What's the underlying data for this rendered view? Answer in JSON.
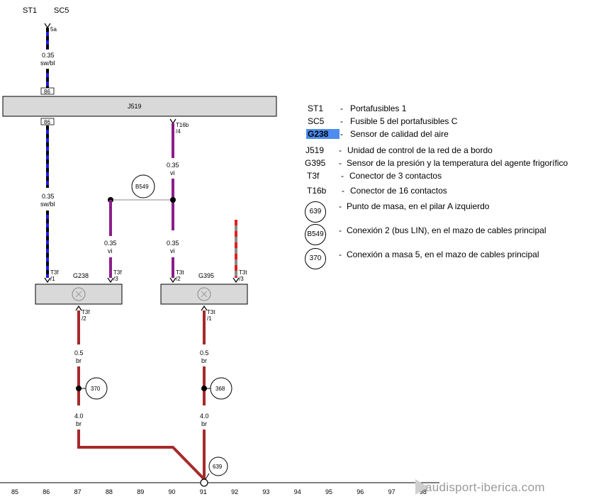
{
  "header": {
    "st": "ST1",
    "sc": "SC5"
  },
  "terminals": {
    "t5a": "5a",
    "pin86_top": "86",
    "pin86_bot": "86"
  },
  "components": {
    "j519": "J519",
    "g238": "G238",
    "g395": "G395"
  },
  "wires": {
    "w1_gauge": "0.35",
    "w1_color": "sw/bl",
    "w2_gauge": "0.35",
    "w2_color": "sw/bl",
    "w3_gauge": "0.35",
    "w3_color": "vi",
    "w4_gauge": "0.35",
    "w4_color": "vi",
    "w5_gauge": "0.35",
    "w5_color": "vi",
    "w6_gauge": "0.5",
    "w6_color": "br",
    "w7_gauge": "0.5",
    "w7_color": "br",
    "w8_gauge": "4.0",
    "w8_color": "br",
    "w9_gauge": "4.0",
    "w9_color": "br"
  },
  "connectors": {
    "t16b_4": "T16b /4",
    "t3f_1": "T3f /1",
    "t3f_3": "T3f /3",
    "t3t_2": "T3t /2",
    "t3t_3": "T3t /3",
    "t3f_2": "T3f /2",
    "t3t_1": "T3t /1"
  },
  "nodes": {
    "b549": "B549",
    "n370": "370",
    "n368": "368",
    "n639": "639"
  },
  "scale": [
    "85",
    "86",
    "87",
    "88",
    "89",
    "90",
    "91",
    "92",
    "93",
    "94",
    "95",
    "96",
    "97",
    "98"
  ],
  "legend": [
    {
      "code": "ST1",
      "desc": "Portafusibles 1"
    },
    {
      "code": "SC5",
      "desc": "Fusible 5 del portafusibles C"
    },
    {
      "code": "G238",
      "desc": "Sensor de calidad del aire",
      "highlight": true
    },
    {
      "code": "J519",
      "desc": "Unidad de control de la red de a bordo"
    },
    {
      "code": "G395",
      "desc": "Sensor de la presión y la temperatura del agente frigorífico"
    },
    {
      "code": "T3f",
      "desc": "Conector de 3 contactos"
    },
    {
      "code": "T16b",
      "desc": "Conector de 16 contactos"
    },
    {
      "code": "639",
      "desc": "Punto de masa, en el pilar A izquierdo"
    },
    {
      "code": "B549",
      "desc": "Conexión 2 (bus LIN), en el mazo de cables principal"
    },
    {
      "code": "370",
      "desc": "Conexión a masa 5, en el mazo de cables principal"
    }
  ],
  "legend_dash": "-",
  "watermark": "audisport-iberica.com",
  "colors": {
    "black_blue_a": "#000000",
    "black_blue_b": "#1a1ae0",
    "violet": "#8b1e8b",
    "brown": "#a52a2a",
    "grey": "#8a8a8a",
    "red": "#e02020",
    "box": "#d9d9d9"
  }
}
